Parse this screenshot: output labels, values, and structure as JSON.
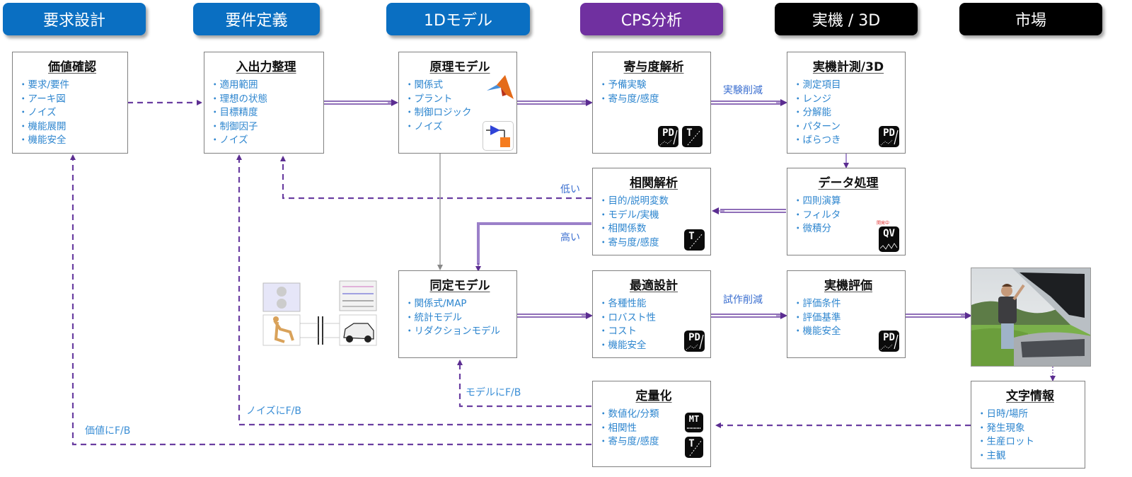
{
  "phases": [
    {
      "label": "要求設計",
      "color": "#0a6fc2"
    },
    {
      "label": "要件定義",
      "color": "#0a6fc2"
    },
    {
      "label": "1Dモデル",
      "color": "#0a6fc2"
    },
    {
      "label": "CPS分析",
      "color": "#7030a0"
    },
    {
      "label": "実機 / 3D",
      "color": "#000000"
    },
    {
      "label": "市場",
      "color": "#000000"
    }
  ],
  "boxes": {
    "value_check": {
      "title": "価値確認",
      "items": [
        "要求/要件",
        "アーキ図",
        "ノイズ",
        "機能展開",
        "機能安全"
      ]
    },
    "io_org": {
      "title": "入出力整理",
      "items": [
        "適用範囲",
        "理想の状態",
        "目標精度",
        "制御因子",
        "ノイズ"
      ]
    },
    "principle_model": {
      "title": "原理モデル",
      "items": [
        "関係式",
        "プラント",
        "制御ロジック",
        "ノイズ"
      ]
    },
    "contribution": {
      "title": "寄与度解析",
      "items": [
        "予備実験",
        "寄与度/感度"
      ]
    },
    "measurement": {
      "title": "実機計測/3D",
      "items": [
        "測定項目",
        "レンジ",
        "分解能",
        "パターン",
        "ばらつき"
      ]
    },
    "correlation": {
      "title": "相関解析",
      "items": [
        "目的/説明変数",
        "モデル/実機",
        "相関係数",
        "寄与度/感度"
      ]
    },
    "data_proc": {
      "title": "データ処理",
      "items": [
        "四則演算",
        "フィルタ",
        "微積分"
      ]
    },
    "identified_model": {
      "title": "同定モデル",
      "items": [
        "関係式/MAP",
        "統計モデル",
        "リダクションモデル"
      ]
    },
    "optimal_design": {
      "title": "最適設計",
      "items": [
        "各種性能",
        "ロバスト性",
        "コスト",
        "機能安全"
      ]
    },
    "real_eval": {
      "title": "実機評価",
      "items": [
        "評価条件",
        "評価基準",
        "機能安全"
      ]
    },
    "quantify": {
      "title": "定量化",
      "items": [
        "数値化/分類",
        "相関性",
        "寄与度/感度"
      ]
    },
    "text_info": {
      "title": "文字情報",
      "items": [
        "日時/場所",
        "発生現象",
        "生産ロット",
        "主観"
      ]
    }
  },
  "labels": {
    "exp_reduce": "実験削減",
    "proto_reduce": "試作削減",
    "low": "低い",
    "high": "高い",
    "fb_model": "モデルにF/B",
    "fb_noise": "ノイズにF/B",
    "fb_value": "価値にF/B"
  },
  "badges": {
    "pd": "PD",
    "t": "T",
    "qv": "QV",
    "qv_caption": "開発中",
    "mt": "MT"
  },
  "colors": {
    "arrow": "#6a3ea1",
    "arrow_light": "#a48ccc",
    "gray_line": "#a0a0a0",
    "item_text": "#2e86cf"
  }
}
